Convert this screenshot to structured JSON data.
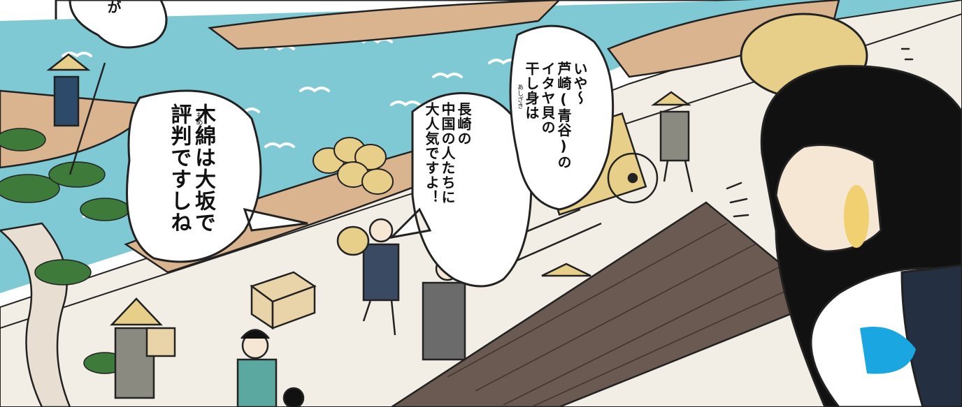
{
  "panel": {
    "top_fragment": "が",
    "speech_bubbles": [
      {
        "lines": [
          "木綿は大坂で",
          "評判ですしね"
        ],
        "ruby": "もめん"
      },
      {
        "lines": [
          "長崎の",
          "中国の人たちに",
          "大人気ですよ！"
        ]
      },
      {
        "lines": [
          "いや〜",
          "芦崎(青谷)の",
          "イタヤ貝の",
          "干し身は"
        ],
        "ruby": "あしざき"
      }
    ]
  },
  "colors": {
    "water": "#7fc9d4",
    "boat": "#d9b48f",
    "quay": "#f2eee6",
    "roof": "#6b5a52",
    "straw": "#e7cf8a",
    "woman_hair": "#111111",
    "accent_blue": "#1aa6e0"
  }
}
